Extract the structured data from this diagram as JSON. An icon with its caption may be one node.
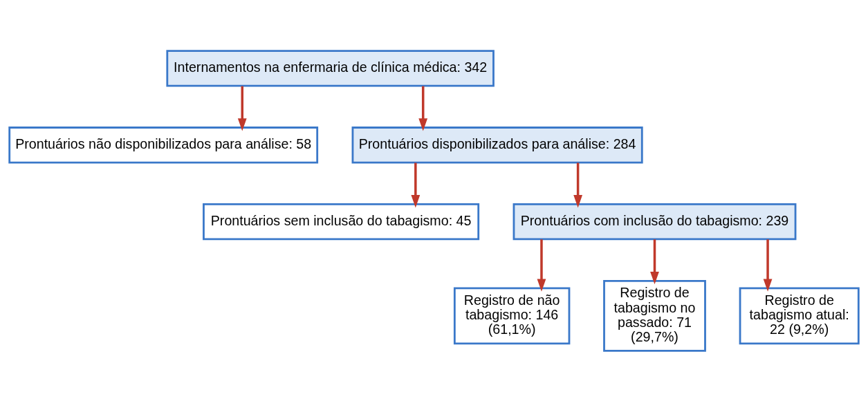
{
  "diagram": {
    "nodes": [
      {
        "text": [
          "Internamentos na enfermaria de clínica médica: 342"
        ]
      },
      {
        "text": [
          "Prontuários não disponibilizados para análise: 58"
        ]
      },
      {
        "text": [
          "Prontuários disponibilizados para análise: 284"
        ]
      },
      {
        "text": [
          "Prontuários sem inclusão do tabagismo: 45"
        ]
      },
      {
        "text": [
          "Prontuários com inclusão do tabagismo: 239"
        ]
      },
      {
        "text": [
          "Registro de não tabagismo: 146 (61,1%)"
        ]
      },
      {
        "text": [
          "Registro de tabagismo no passado: 71 (29,7%)"
        ]
      },
      {
        "text": [
          "Registro de tabagismo atual: 22 (9,2%)"
        ]
      }
    ],
    "edges": [
      {
        "from": 0,
        "to": 1,
        "arrow": "to"
      },
      {
        "from": 0,
        "to": 2,
        "arrow": "to"
      },
      {
        "from": 2,
        "to": 3,
        "arrow": "to"
      },
      {
        "from": 2,
        "to": 4,
        "arrow": "to"
      },
      {
        "from": 4,
        "to": 5,
        "arrow": "to"
      },
      {
        "from": 4,
        "to": 6,
        "arrow": "to"
      },
      {
        "from": 4,
        "to": 7,
        "arrow": "to"
      }
    ]
  }
}
